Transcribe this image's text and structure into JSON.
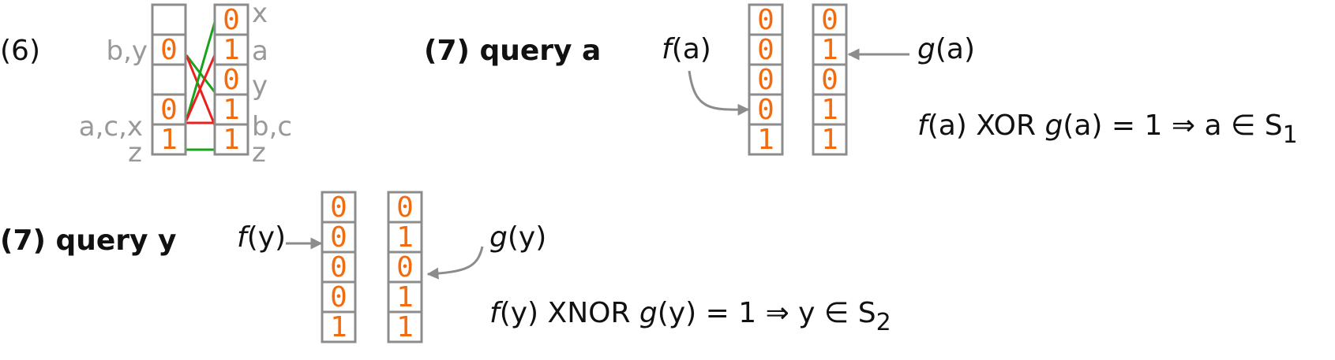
{
  "colors": {
    "bit": "#f26b0f",
    "box": "#8c8c8c",
    "gray_text": "#999999",
    "green_edge": "#1aa31a",
    "red_edge": "#e8201e",
    "arrow": "#8c8c8c",
    "text": "#111111"
  },
  "step6": {
    "label": "(6)",
    "left_array": [
      "",
      "0",
      "",
      "0",
      "1"
    ],
    "right_array": [
      "0",
      "1",
      "0",
      "1",
      "1"
    ],
    "left_keys": [
      "",
      "b,y",
      "",
      "a,c,x",
      "z"
    ],
    "right_keys": [
      "x",
      "a",
      "y",
      "b,c",
      "z"
    ]
  },
  "step7a": {
    "label": "(7) query a",
    "f_label": "f(a)",
    "g_label": "g(a)",
    "f_array": [
      "0",
      "0",
      "0",
      "0",
      "1"
    ],
    "g_array": [
      "0",
      "1",
      "0",
      "1",
      "1"
    ],
    "result": {
      "f": "f",
      "f_arg": "(a) XOR ",
      "g": "g",
      "g_arg": "(a) = 1 ⇒ a ∈ S",
      "sub": "1"
    }
  },
  "step7y": {
    "label": "(7) query y",
    "f_label": "f(y)",
    "g_label": "g(y)",
    "f_array": [
      "0",
      "0",
      "0",
      "0",
      "1"
    ],
    "g_array": [
      "0",
      "1",
      "0",
      "1",
      "1"
    ],
    "result": {
      "f": "f",
      "f_arg": "(y) XNOR ",
      "g": "g",
      "g_arg": "(y) = 1 ⇒ y ∈ S",
      "sub": "2"
    }
  }
}
